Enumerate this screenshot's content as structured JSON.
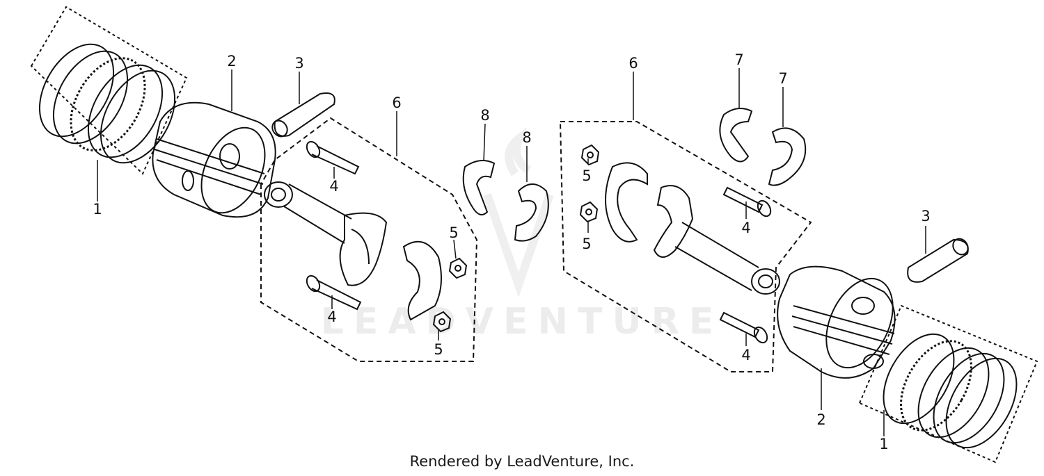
{
  "callouts": {
    "left": {
      "rings": "1",
      "piston": "2",
      "pin": "3",
      "group": "6",
      "bolt_top": "4",
      "bolt_bottom": "4",
      "nut_top": "5",
      "nut_bottom": "5",
      "bearing_a": "8",
      "bearing_b": "8"
    },
    "right": {
      "group": "6",
      "bearing_a": "7",
      "bearing_b": "7",
      "nut_top": "5",
      "nut_bottom": "5",
      "bolt_top": "4",
      "bolt_bottom": "4",
      "pin": "3",
      "piston": "2",
      "rings": "1"
    }
  },
  "watermark": "LEADVENTURE",
  "footer": "Rendered by LeadVenture, Inc."
}
